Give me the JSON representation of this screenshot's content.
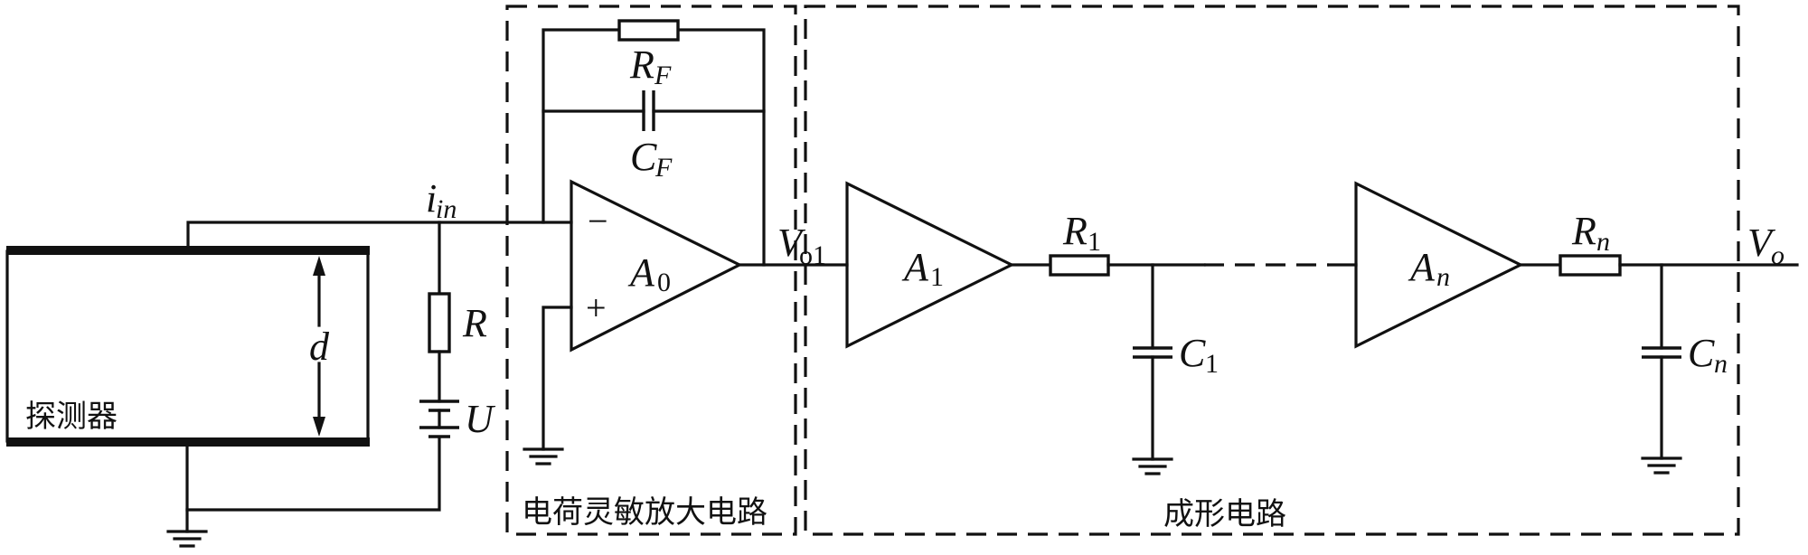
{
  "figure": {
    "type": "circuit-schematic",
    "detector": {
      "label": "探测器",
      "gap_label": "d"
    },
    "bias": {
      "current_label": "i",
      "current_sub": "in",
      "resistor_label": "R",
      "source_label": "U"
    },
    "charge_amp": {
      "block_label": "电荷灵敏放大电路",
      "opamp": {
        "label": "A",
        "sub": "0",
        "minus": "−",
        "plus": "+"
      },
      "feedback_resistor": {
        "label": "R",
        "sub": "F"
      },
      "feedback_capacitor": {
        "label": "C",
        "sub": "F"
      },
      "output": {
        "label": "V",
        "sub": "o1"
      }
    },
    "shaper": {
      "block_label": "成形电路",
      "stage1": {
        "amp": {
          "label": "A",
          "sub": "1"
        },
        "resistor": {
          "label": "R",
          "sub": "1"
        },
        "capacitor": {
          "label": "C",
          "sub": "1"
        }
      },
      "stage_n": {
        "amp": {
          "label": "A",
          "sub": "n"
        },
        "resistor": {
          "label": "R",
          "sub": "n"
        },
        "capacitor": {
          "label": "C",
          "sub": "n"
        }
      },
      "output": {
        "label": "V",
        "sub": "o"
      }
    }
  }
}
